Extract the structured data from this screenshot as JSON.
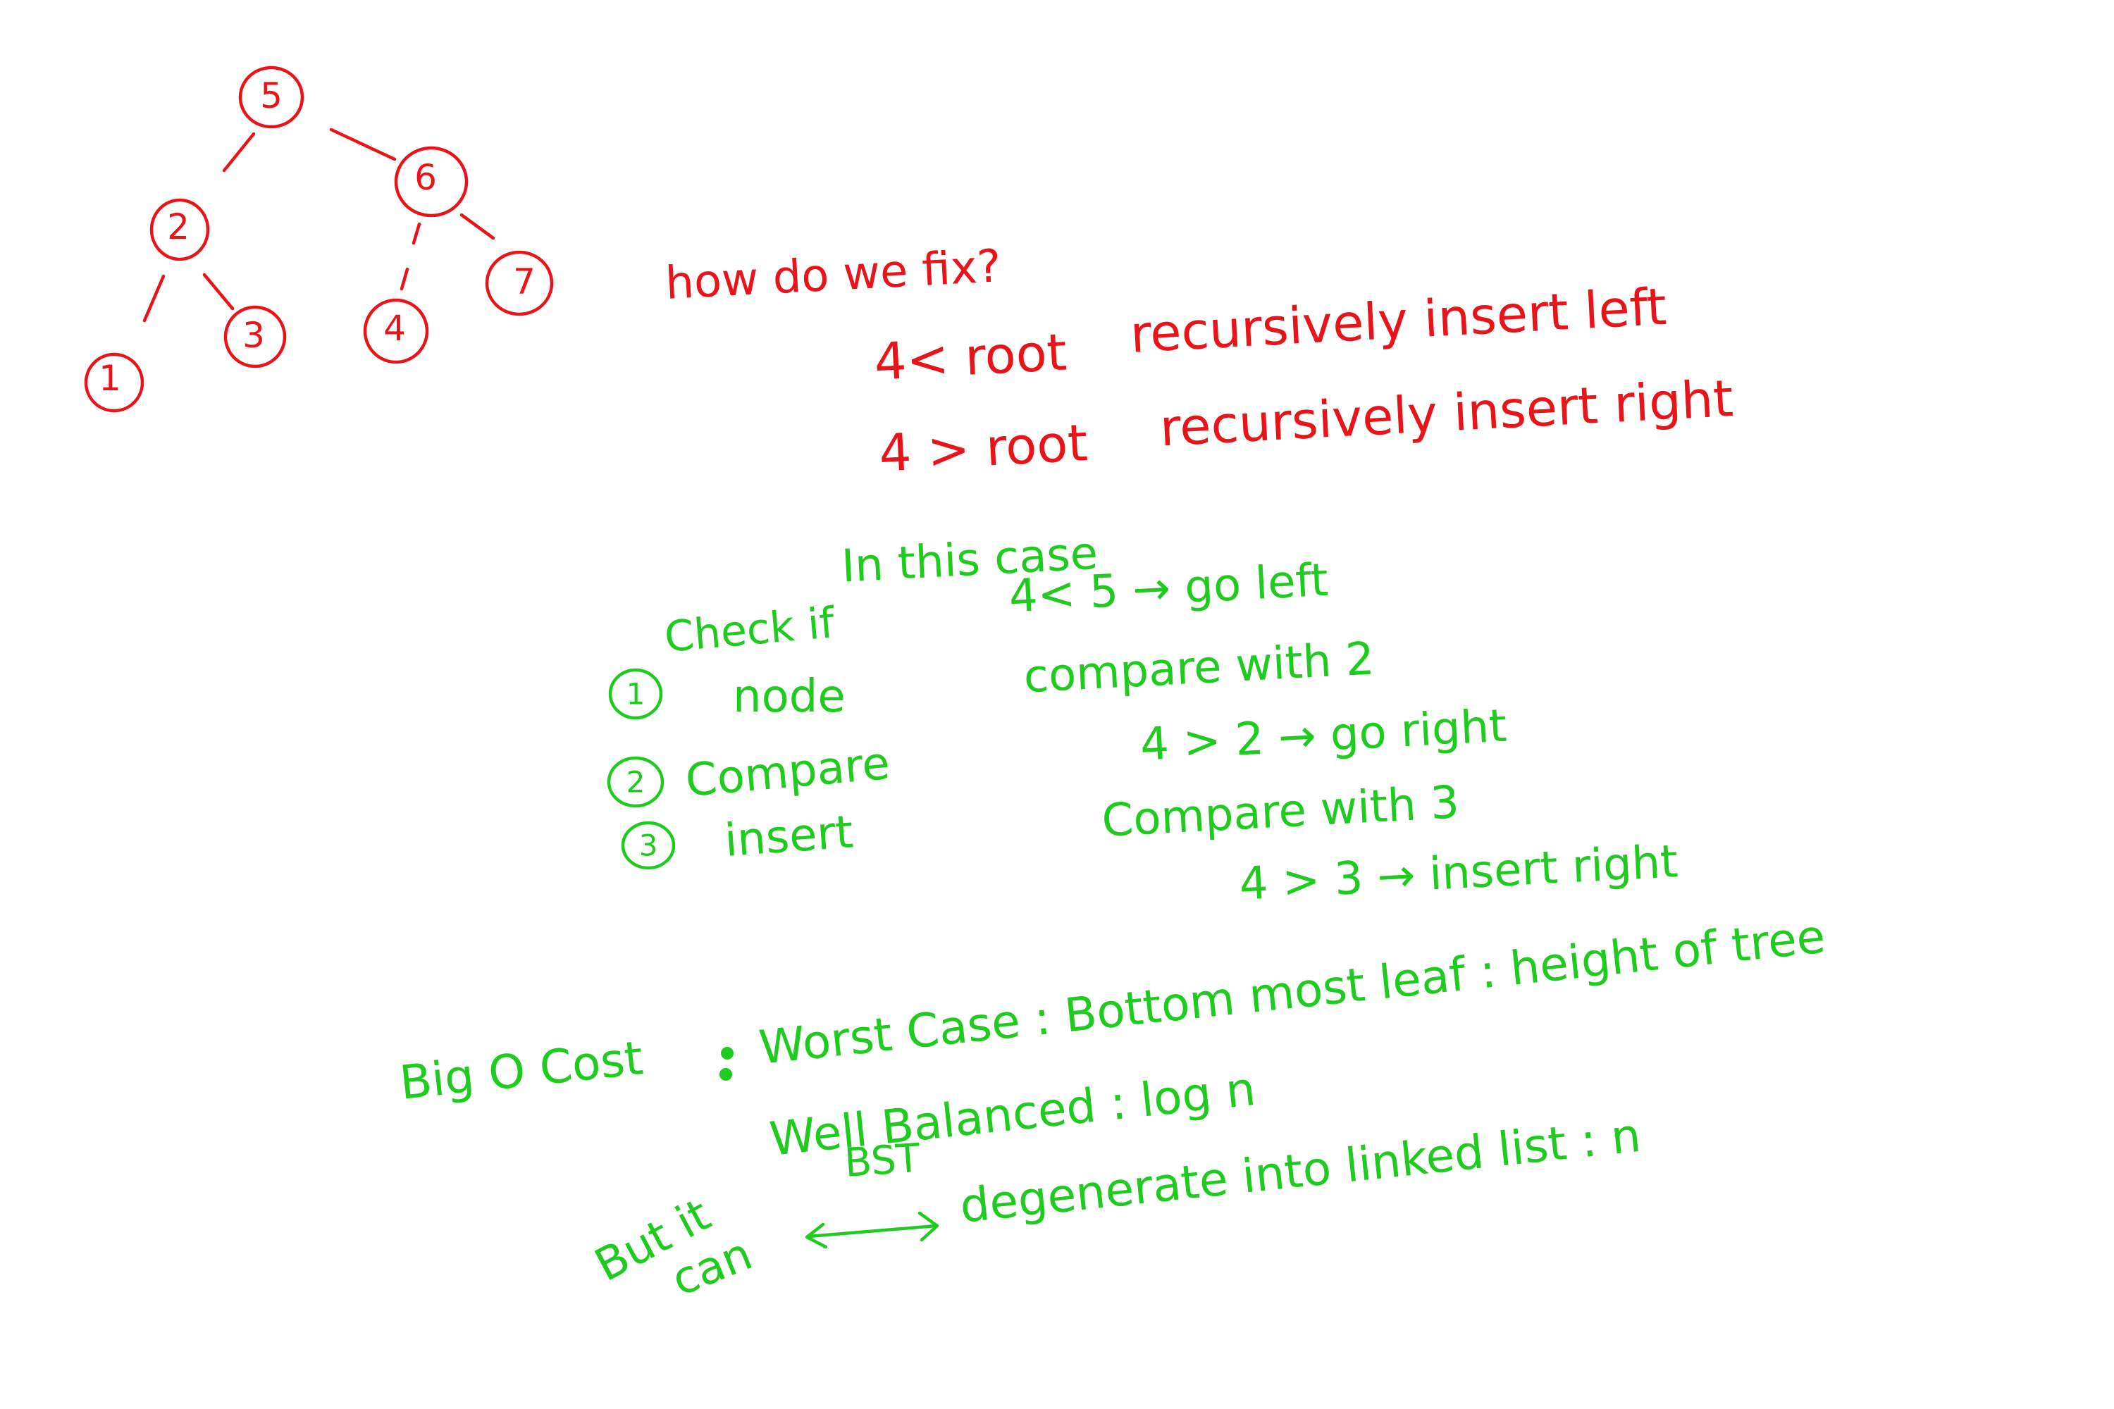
{
  "tree": {
    "nodes": [
      "5",
      "6",
      "2",
      "7",
      "1",
      "3",
      "4"
    ]
  },
  "question": "how do we fix?",
  "rules": [
    {
      "condition": "4< root",
      "action": "recursively insert left"
    },
    {
      "condition": "4 > root",
      "action": "recursively insert right"
    }
  ],
  "example": {
    "heading": "In this case",
    "lines": [
      "4< 5  → go left",
      "compare with 2",
      "4 > 2 → go right",
      "Compare with 3",
      "4 > 3 → insert right"
    ]
  },
  "steps": [
    {
      "number": "1",
      "label_line1": "Check if",
      "label_line2": "node"
    },
    {
      "number": "2",
      "label_line1": "Compare"
    },
    {
      "number": "3",
      "label_line1": "insert"
    }
  ],
  "bigO": {
    "title": "Big O Cost",
    "worst": "Worst Case : Bottom most leaf : height of tree",
    "balanced": "Well Balanced : log n",
    "bst": "BST",
    "degenerate_prefix_1": "But it",
    "degenerate_prefix_2": "can",
    "degenerate": "degenerate into linked list : n"
  },
  "colors": {
    "red": "#e8141a",
    "green": "#1ecb1e"
  }
}
